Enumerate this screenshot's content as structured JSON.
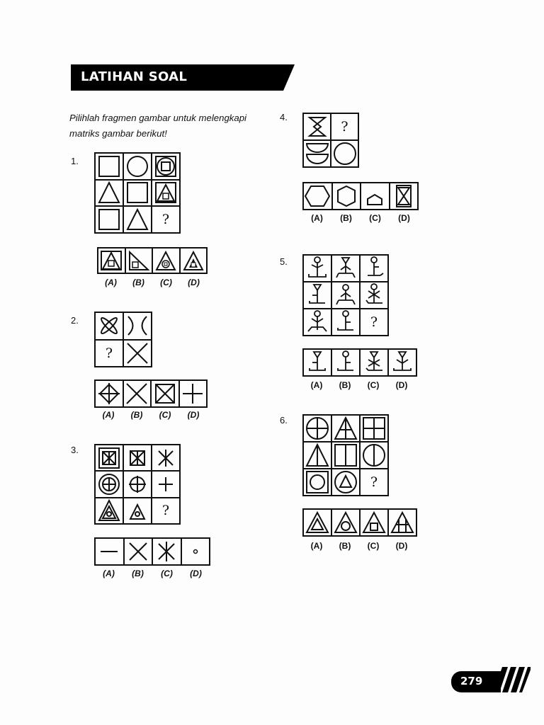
{
  "header": {
    "title": "LATIHAN SOAL"
  },
  "instruction": "Pilihlah fragmen gambar untuk melengkapi matriks gambar berikut!",
  "questions": [
    {
      "number": "1.",
      "unknown": "?",
      "options": [
        "(A)",
        "(B)",
        "(C)",
        "(D)"
      ]
    },
    {
      "number": "2.",
      "unknown": "?",
      "options": [
        "(A)",
        "(B)",
        "(C)",
        "(D)"
      ]
    },
    {
      "number": "3.",
      "unknown": "?",
      "options": [
        "(A)",
        "(B)",
        "(C)",
        "(D)"
      ]
    },
    {
      "number": "4.",
      "unknown": "?",
      "options": [
        "(A)",
        "(B)",
        "(C)",
        "(D)"
      ]
    },
    {
      "number": "5.",
      "unknown": "?",
      "options": [
        "(A)",
        "(B)",
        "(C)",
        "(D)"
      ]
    },
    {
      "number": "6.",
      "unknown": "?",
      "options": [
        "(A)",
        "(B)",
        "(C)",
        "(D)"
      ]
    }
  ],
  "page_number": "279"
}
